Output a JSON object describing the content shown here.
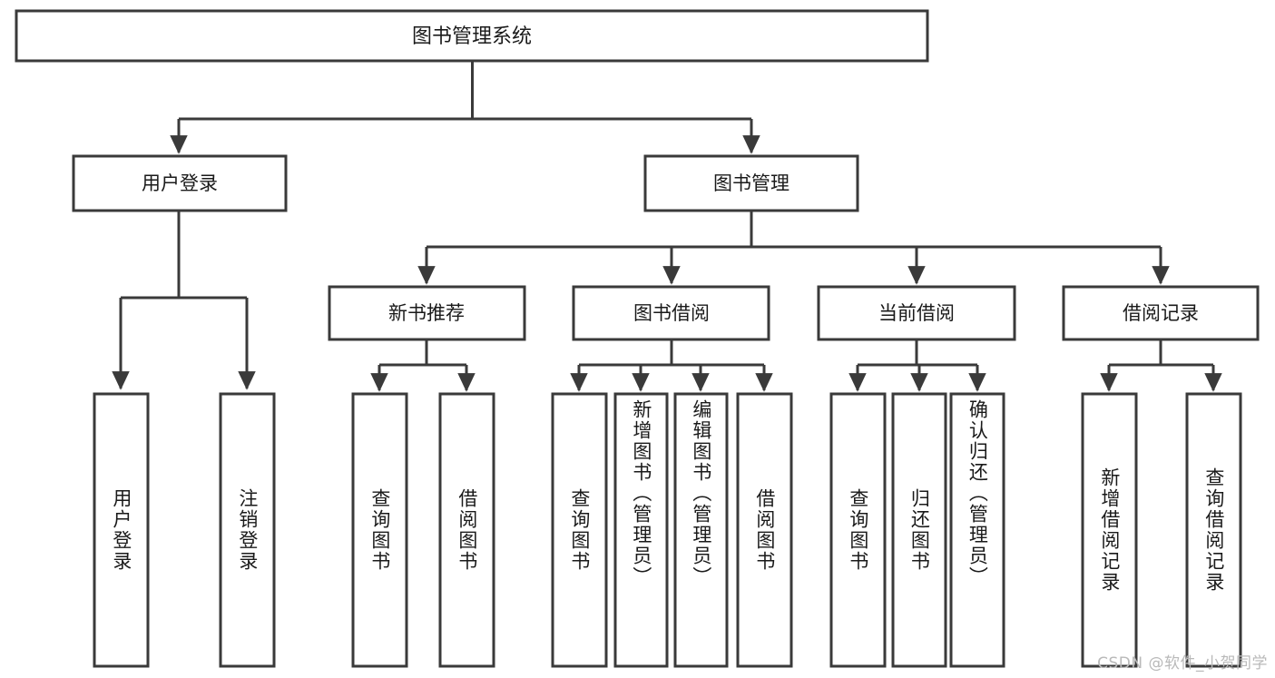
{
  "diagram": {
    "type": "tree-hierarchy",
    "title": "图书管理系统",
    "orientation": "top-down",
    "colors": {
      "stroke": "#3a3a3a",
      "fill": "#ffffff",
      "text": "#1a1a1a",
      "watermark": "#b9b9b9",
      "background": "#ffffff"
    },
    "root": {
      "label": "图书管理系统"
    },
    "level2": [
      {
        "label": "用户登录"
      },
      {
        "label": "图书管理"
      }
    ],
    "level3": [
      {
        "label": "新书推荐"
      },
      {
        "label": "图书借阅"
      },
      {
        "label": "当前借阅"
      },
      {
        "label": "借阅记录"
      }
    ],
    "leaves": {
      "user_login": [
        {
          "label": "用户登录"
        },
        {
          "label": "注销登录"
        }
      ],
      "new_book_recommend": [
        {
          "label": "查询图书"
        },
        {
          "label": "借阅图书"
        }
      ],
      "book_borrow": [
        {
          "label": "查询图书"
        },
        {
          "label": "新增图书（管理员）"
        },
        {
          "label": "编辑图书（管理员）"
        },
        {
          "label": "借阅图书"
        }
      ],
      "current_borrow": [
        {
          "label": "查询图书"
        },
        {
          "label": "归还图书"
        },
        {
          "label": "确认归还（管理员）"
        }
      ],
      "borrow_records": [
        {
          "label": "新增借阅记录"
        },
        {
          "label": "查询借阅记录"
        }
      ]
    }
  },
  "watermark": {
    "text": "CSDN @软件_小贺同学"
  }
}
